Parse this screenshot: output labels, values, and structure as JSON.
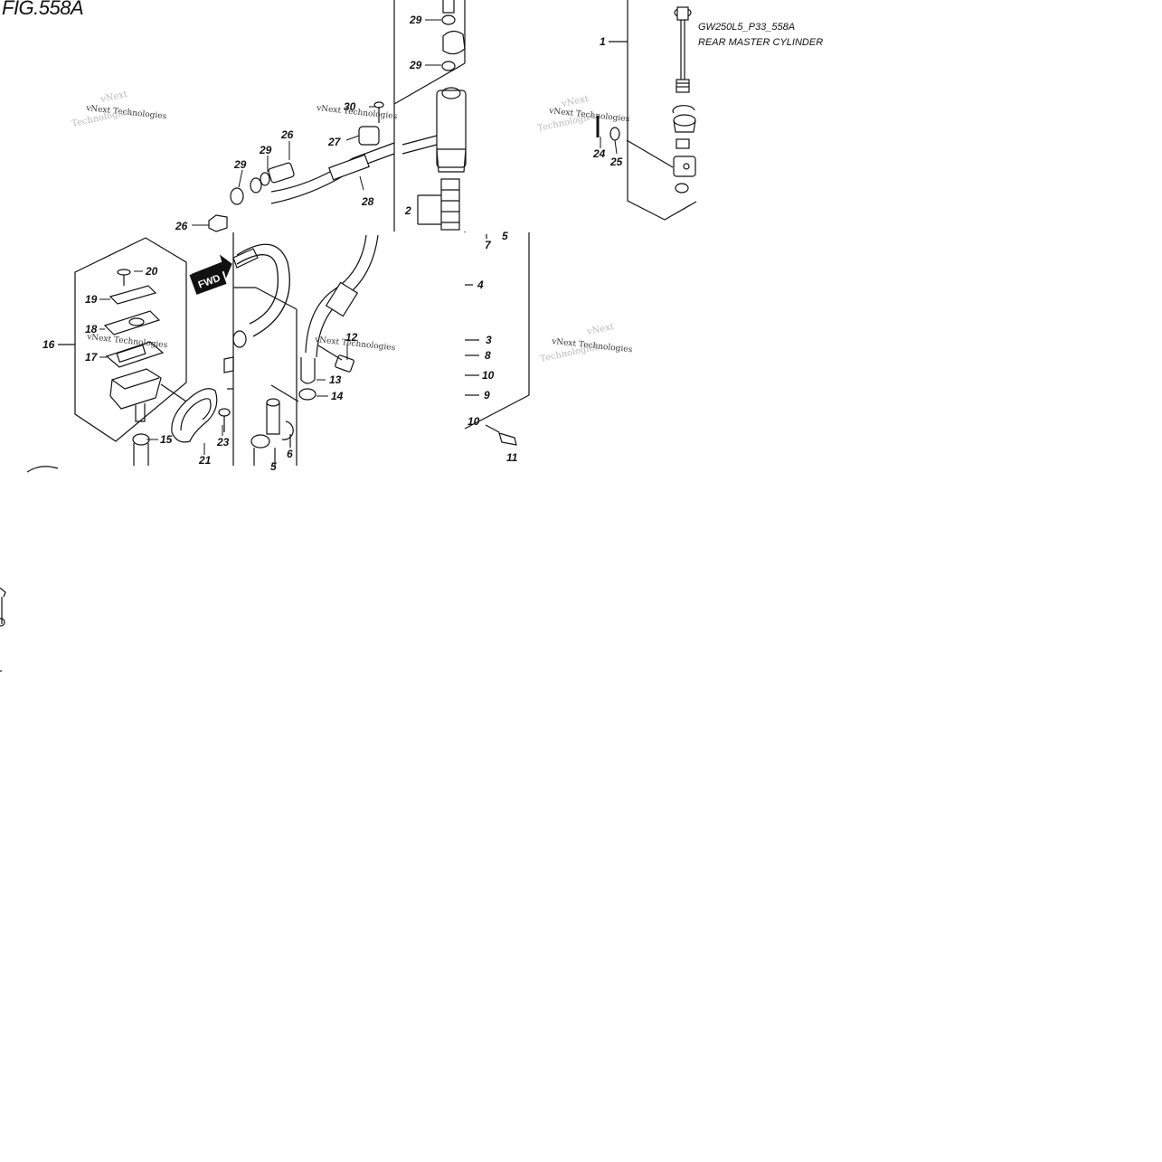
{
  "figure": {
    "title": "FIG.558A",
    "code": "GW250L5_P33_558A",
    "subtitle": "REAR MASTER CYLINDER"
  },
  "watermark": "vNext Technologies",
  "fwd_label": "FWD",
  "callouts": [
    "1",
    "2",
    "3",
    "4",
    "5",
    "6",
    "7",
    "8",
    "9",
    "10",
    "11",
    "12",
    "13",
    "14",
    "15",
    "16",
    "17",
    "18",
    "19",
    "20",
    "21",
    "23",
    "24",
    "25",
    "26",
    "27",
    "28",
    "29",
    "30"
  ]
}
